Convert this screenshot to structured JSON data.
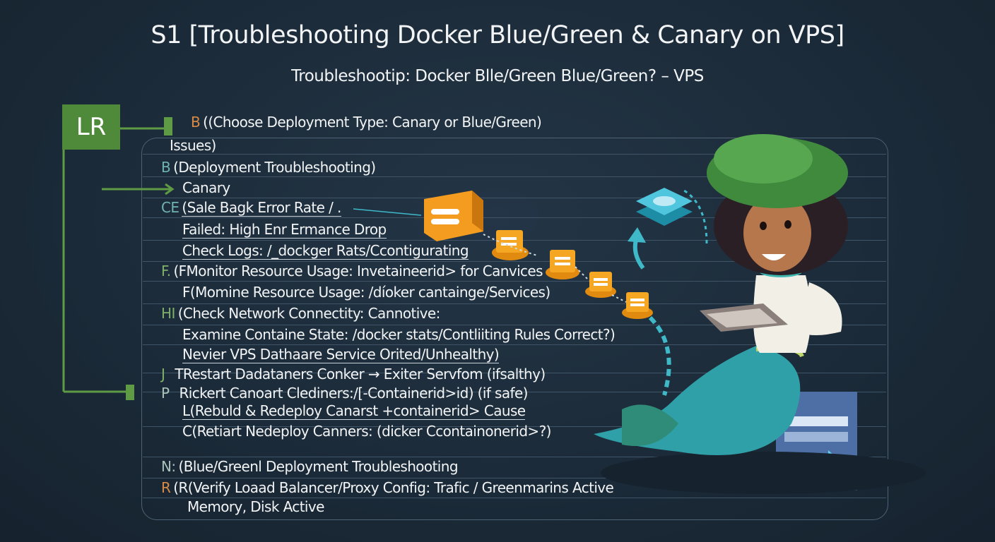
{
  "title": "S1 [Troubleshooting Docker Blue/Green & Canary on VPS]",
  "subtitle": "Troubleshootip: Docker Blle/Green Blue/Green? – VPS",
  "root_node": "LR",
  "colors": {
    "background": "#1b2a38",
    "node_green": "#4f8a3b",
    "accent_orange": "#f39c1f",
    "accent_teal": "#3fb8c8"
  },
  "lines": [
    {
      "prefix": "B",
      "text": "((Choose Deployment Type: Canary or Blue/Green)"
    },
    {
      "prefix": "",
      "text": "Issues)"
    },
    {
      "prefix": "B",
      "text": "(Deployment Troubleshooting)"
    },
    {
      "prefix": "",
      "text": "Canary"
    },
    {
      "prefix": "CE",
      "text": "(Sale Bagk Error Rate / ."
    },
    {
      "prefix": "",
      "text": "Failed: High Enr Ermance Drop"
    },
    {
      "prefix": "",
      "text": "Check Logs: /_dockger Rats/Ccontigurating"
    },
    {
      "prefix": "F.",
      "text": "(FMonitor Resource Usage: Invetaineerid> for Canvices"
    },
    {
      "prefix": "",
      "text": "F(Momine Resource Usage: /díoker cantainge/Services)"
    },
    {
      "prefix": "HI",
      "text": "(Check Network Connectity: Cannotive:"
    },
    {
      "prefix": "",
      "text": "Examine Containe State: /docker stats/Contliiting Rules Correct?)"
    },
    {
      "prefix": "",
      "text": "Nevier VPS Dathaare Service Orited/Unhealthy)"
    },
    {
      "prefix": "J",
      "text": "TRestart Dadataners Conker → Exiter Servfom (ifsalthy)"
    },
    {
      "prefix": "P",
      "text": "Rickert Canoart Clediners:/[-Containerid>id) (if safe)"
    },
    {
      "prefix": "",
      "text": "L(Rebuld & Redeploy Canarst +containerid> Cause"
    },
    {
      "prefix": "",
      "text": "C(Retiart Nedeploy Canners: (dicker Ccontainonerid>?)"
    },
    {
      "prefix": "N:",
      "text": "(Blue/Greenl Deployment Troubleshooting"
    },
    {
      "prefix": "R",
      "text": "(R(Verify Loaad Balancer/Proxy Config: Trafic / Greenmarins Active"
    },
    {
      "prefix": "",
      "text": "Memory, Disk Active"
    }
  ]
}
